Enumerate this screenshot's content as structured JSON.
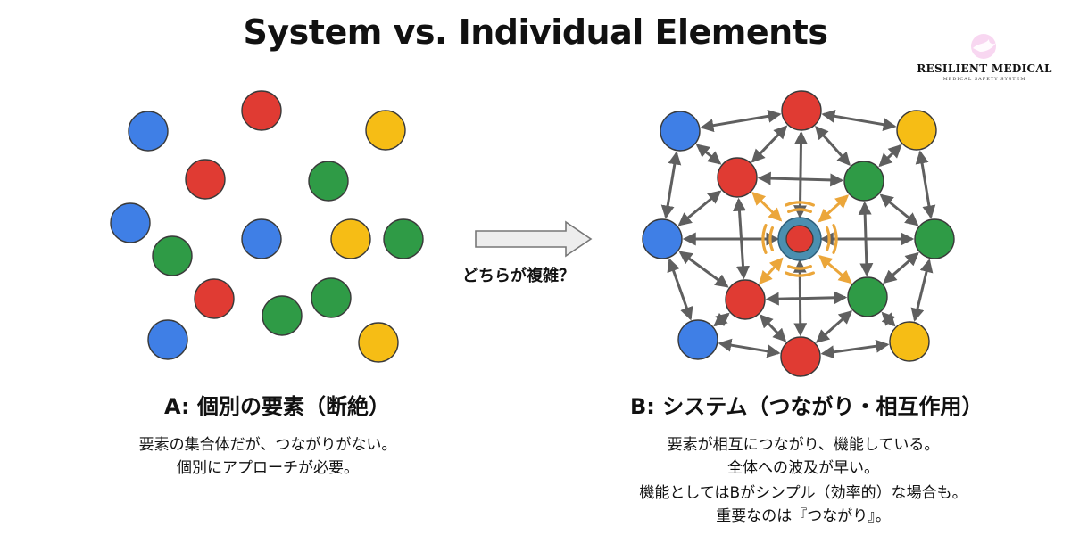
{
  "title": "System vs. Individual Elements",
  "logo": {
    "name": "RESILIENT MEDICAL",
    "subtitle": "MEDICAL SAFETY SYSTEM"
  },
  "center_label": "どちらが複雑？",
  "colors": {
    "red": "#e03b33",
    "green": "#2f9b46",
    "blue": "#3f7fe6",
    "yellow": "#f6bd15",
    "arrow": "#5f5f5f",
    "signal": "#eba63a",
    "core_ring": "#4b8fb0"
  },
  "panel_a": {
    "heading": "A: 個別の要素（断絶）",
    "description": [
      "要素の集合体だが、つながりがない。",
      "個別にアプローチが必要。"
    ]
  },
  "panel_b": {
    "heading": "B: システム（つながり・相互作用）",
    "description": [
      "要素が相互につながり、機能している。",
      "全体への波及が早い。"
    ],
    "note": [
      "機能としてはBがシンプル（効率的）な場合も。",
      "重要なのは『つながり』。"
    ]
  }
}
